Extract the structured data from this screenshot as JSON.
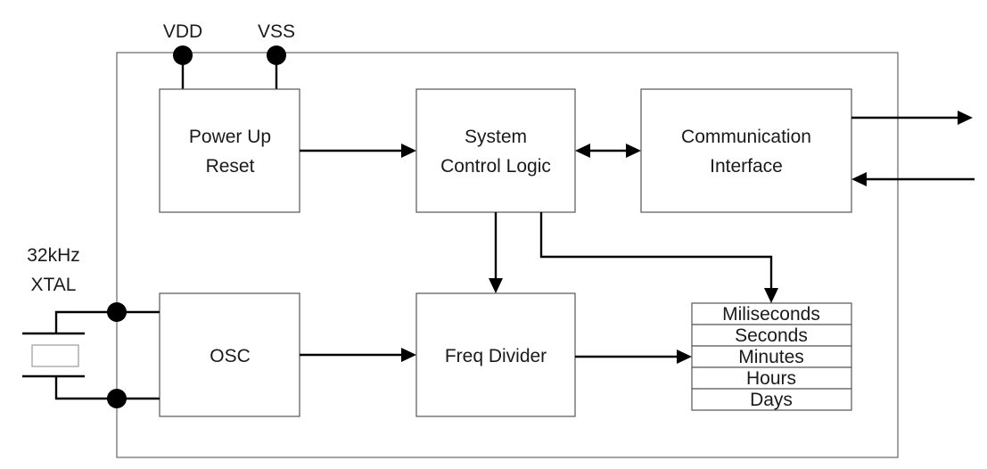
{
  "diagram": {
    "pins": {
      "vdd": "VDD",
      "vss": "VSS"
    },
    "crystal": {
      "line1": "32kHz",
      "line2": "XTAL"
    },
    "blocks": {
      "power_up_reset": {
        "line1": "Power Up",
        "line2": "Reset"
      },
      "system_control_logic": {
        "line1": "System",
        "line2": "Control Logic"
      },
      "communication_interface": {
        "line1": "Communication",
        "line2": "Interface"
      },
      "osc": {
        "line1": "OSC"
      },
      "freq_divider": {
        "line1": "Freq Divider"
      }
    },
    "registers": [
      "Miliseconds",
      "Seconds",
      "Minutes",
      "Hours",
      "Days"
    ]
  }
}
